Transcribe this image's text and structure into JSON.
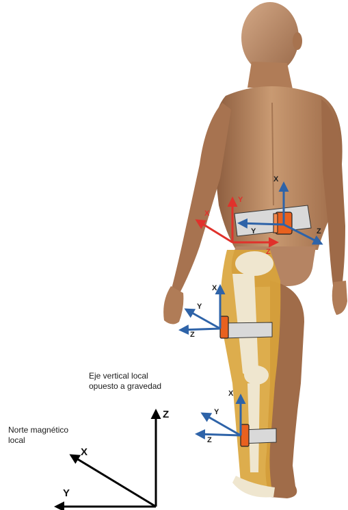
{
  "colors": {
    "sensor_axis": "#2e63a8",
    "pelvis_axis": "#e0312b",
    "global_axis": "#000000",
    "sensor_body": "#e8611f",
    "strap": "#d9d9d9",
    "skin": "#c4916a",
    "bone": "#efe6cf",
    "muscle_overlay": "#d9a43a"
  },
  "icons": [
    "human-body-illustration",
    "imu-sensor-icon",
    "coordinate-axes"
  ],
  "global_frame": {
    "vertical_caption_line1": "Eje vertical local",
    "vertical_caption_line2": "opuesto a gravedad",
    "north_caption_line1": "Norte magnético",
    "north_caption_line2": "local",
    "z_label": "Z",
    "x_label": "X",
    "y_label": "Y"
  },
  "pelvis_frame": {
    "x": "X",
    "y": "Y",
    "z": "Z"
  },
  "sensors": [
    {
      "id": "pelvis",
      "x": "X",
      "y": "Y",
      "z": "Z"
    },
    {
      "id": "thigh",
      "x": "X",
      "y": "Y",
      "z": "Z"
    },
    {
      "id": "shank",
      "x": "X",
      "y": "Y",
      "z": "Z"
    }
  ]
}
